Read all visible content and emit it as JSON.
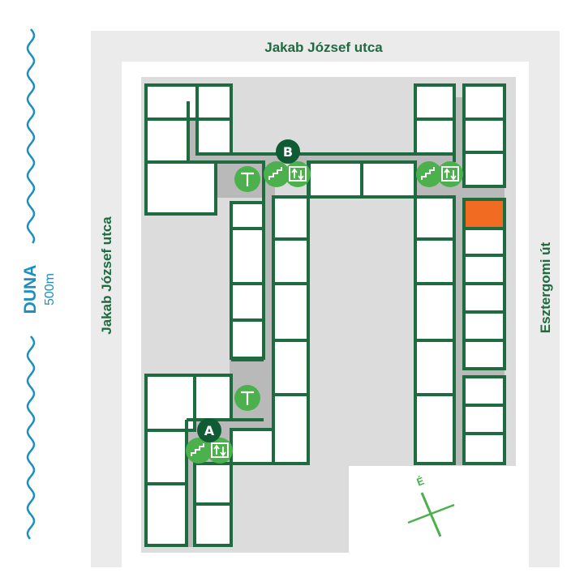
{
  "streets": {
    "top": "Jakab József utca",
    "left": "Jakab József utca",
    "right": "Esztergomi út"
  },
  "river": {
    "name": "DUNA",
    "distance": "500m"
  },
  "entrances": [
    {
      "label": "A"
    },
    {
      "label": "B"
    }
  ],
  "icons": {
    "toilet": "T",
    "stairs": "stairs-icon",
    "elevator": "elevator-icon"
  },
  "compass": {
    "north": "É"
  },
  "colors": {
    "wall": "#1d6b3f",
    "icon": "#4cb04c",
    "highlight_room": "#f26b22",
    "river": "#1a8fc0",
    "corridor": "#b9b9b9",
    "courtyard": "#dcdcdc",
    "road": "#ebebeb"
  }
}
